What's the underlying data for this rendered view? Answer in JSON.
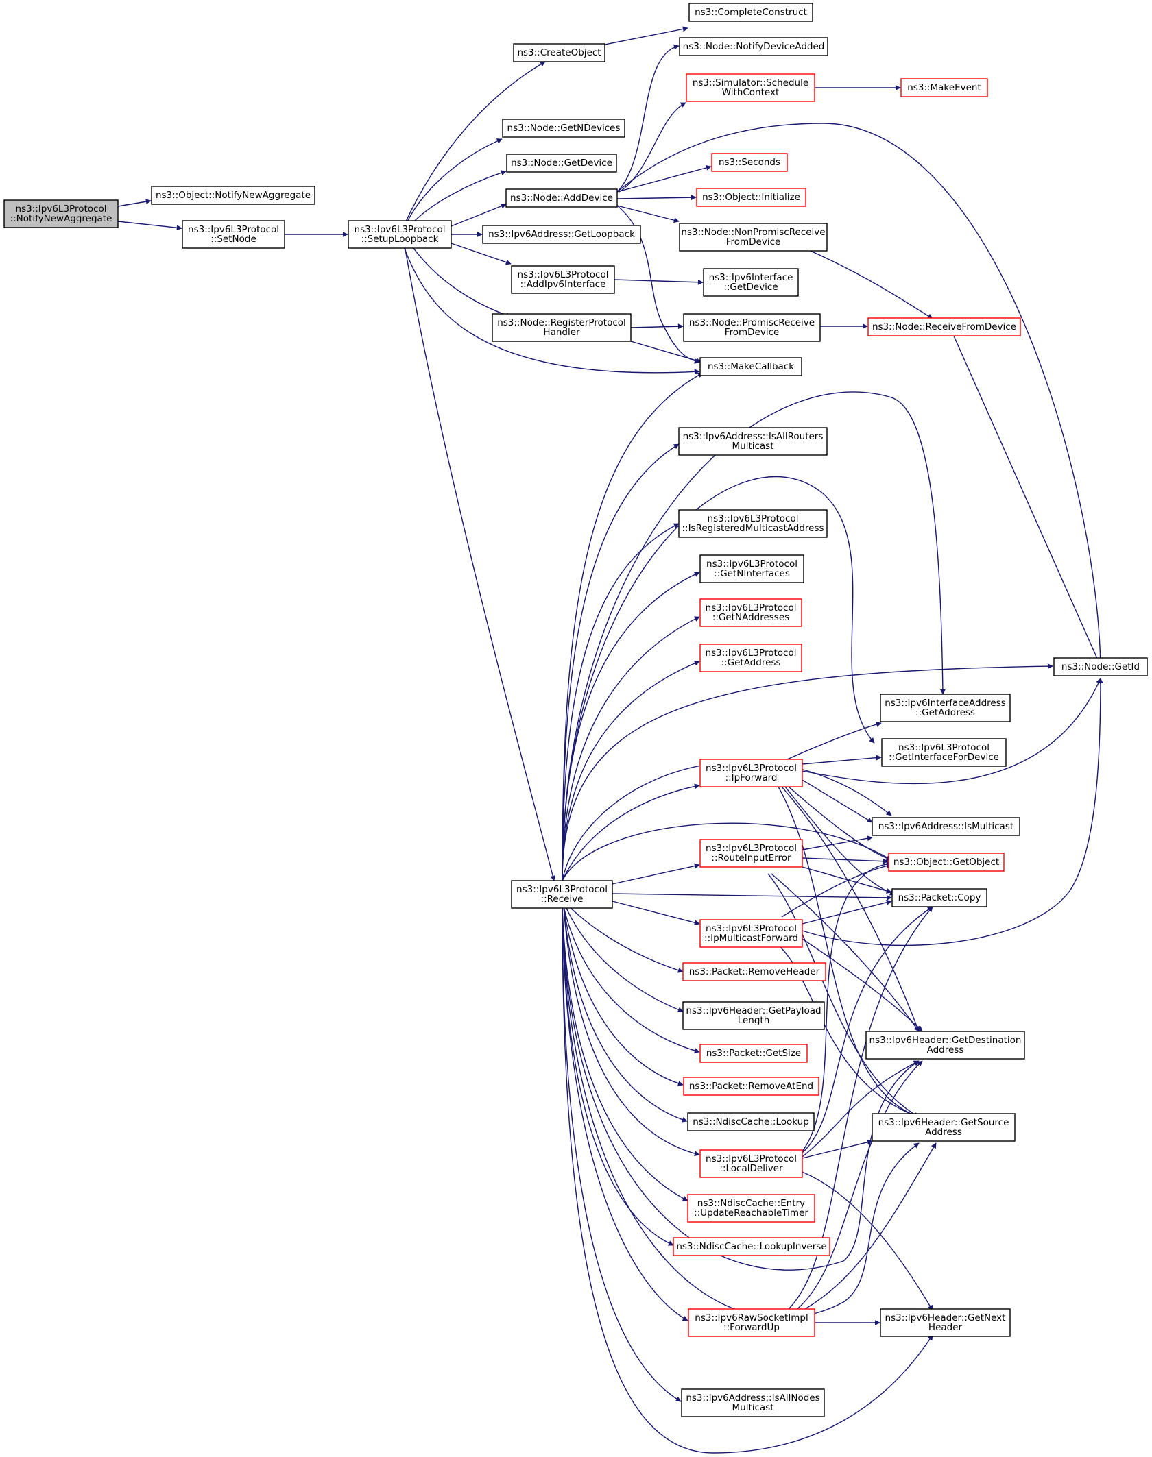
{
  "nodes": {
    "n0": [
      "ns3::Ipv6L3Protocol",
      "::NotifyNewAggregate"
    ],
    "n1": [
      "ns3::Object::NotifyNewAggregate"
    ],
    "n2": [
      "ns3::Ipv6L3Protocol",
      "::SetNode"
    ],
    "n3": [
      "ns3::Ipv6L3Protocol",
      "::SetupLoopback"
    ],
    "n4": [
      "ns3::CreateObject"
    ],
    "n5": [
      "ns3::CompleteConstruct"
    ],
    "n6": [
      "ns3::Node::NotifyDeviceAdded"
    ],
    "n7": [
      "ns3::Simulator::Schedule",
      "WithContext"
    ],
    "n8": [
      "ns3::MakeEvent"
    ],
    "n9": [
      "ns3::Node::GetNDevices"
    ],
    "n10": [
      "ns3::Node::GetDevice"
    ],
    "n11": [
      "ns3::Seconds"
    ],
    "n12": [
      "ns3::Node::AddDevice"
    ],
    "n13": [
      "ns3::Object::Initialize"
    ],
    "n14": [
      "ns3::Ipv6Address::GetLoopback"
    ],
    "n15": [
      "ns3::Node::NonPromiscReceive",
      "FromDevice"
    ],
    "n16": [
      "ns3::Ipv6L3Protocol",
      "::AddIpv6Interface"
    ],
    "n17": [
      "ns3::Ipv6Interface",
      "::GetDevice"
    ],
    "n18": [
      "ns3::Node::RegisterProtocol",
      "Handler"
    ],
    "n19": [
      "ns3::Node::PromiscReceive",
      "FromDevice"
    ],
    "n20": [
      "ns3::Node::ReceiveFromDevice"
    ],
    "n21": [
      "ns3::MakeCallback"
    ],
    "n22": [
      "ns3::Ipv6Address::IsAllRouters",
      "Multicast"
    ],
    "n23": [
      "ns3::Ipv6L3Protocol",
      "::IsRegisteredMulticastAddress"
    ],
    "n24": [
      "ns3::Ipv6L3Protocol",
      "::GetNInterfaces"
    ],
    "n25": [
      "ns3::Ipv6L3Protocol",
      "::GetNAddresses"
    ],
    "n26": [
      "ns3::Ipv6L3Protocol",
      "::GetAddress"
    ],
    "n27": [
      "ns3::Node::GetId"
    ],
    "n28": [
      "ns3::Ipv6InterfaceAddress",
      "::GetAddress"
    ],
    "n29": [
      "ns3::Ipv6L3Protocol",
      "::GetInterfaceForDevice"
    ],
    "n30": [
      "ns3::Ipv6L3Protocol",
      "::IpForward"
    ],
    "n31": [
      "ns3::Ipv6Address::IsMulticast"
    ],
    "n32": [
      "ns3::Ipv6L3Protocol",
      "::RouteInputError"
    ],
    "n33": [
      "ns3::Object::GetObject"
    ],
    "n34": [
      "ns3::Ipv6L3Protocol",
      "::Receive"
    ],
    "n35": [
      "ns3::Packet::Copy"
    ],
    "n36": [
      "ns3::Ipv6L3Protocol",
      "::IpMulticastForward"
    ],
    "n37": [
      "ns3::Packet::RemoveHeader"
    ],
    "n38": [
      "ns3::Ipv6Header::GetPayload",
      "Length"
    ],
    "n39": [
      "ns3::Ipv6Header::GetDestination",
      "Address"
    ],
    "n40": [
      "ns3::Packet::GetSize"
    ],
    "n41": [
      "ns3::Packet::RemoveAtEnd"
    ],
    "n42": [
      "ns3::NdiscCache::Lookup"
    ],
    "n43": [
      "ns3::Ipv6Header::GetSource",
      "Address"
    ],
    "n44": [
      "ns3::Ipv6L3Protocol",
      "::LocalDeliver"
    ],
    "n45": [
      "ns3::NdiscCache::Entry",
      "::UpdateReachableTimer"
    ],
    "n46": [
      "ns3::NdiscCache::LookupInverse"
    ],
    "n47": [
      "ns3::Ipv6RawSocketImpl",
      "::ForwardUp"
    ],
    "n48": [
      "ns3::Ipv6Header::GetNext",
      "Header"
    ],
    "n49": [
      "ns3::Ipv6Address::IsAllNodes",
      "Multicast"
    ]
  },
  "colors": {
    "edge": "#191970",
    "red_border": "#ff0000",
    "root_fill": "#bfbfbf"
  }
}
